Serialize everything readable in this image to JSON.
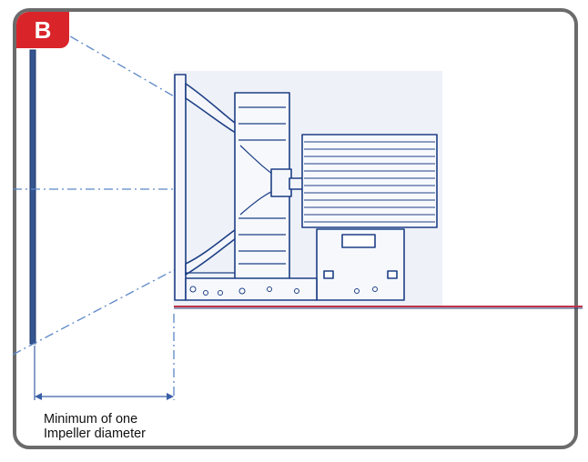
{
  "panel": {
    "label": "B",
    "label_color": "#d9252a",
    "frame_color": "#6b6b6b"
  },
  "annotation": {
    "line1": "Minimum of one",
    "line2": "Impeller diameter"
  },
  "colors": {
    "equipment_fill": "#eef1f7",
    "equipment_stroke": "#1d3f86",
    "floor_line": "#c0344a",
    "guide_line": "#5a86c6",
    "wall": "#34558f"
  }
}
